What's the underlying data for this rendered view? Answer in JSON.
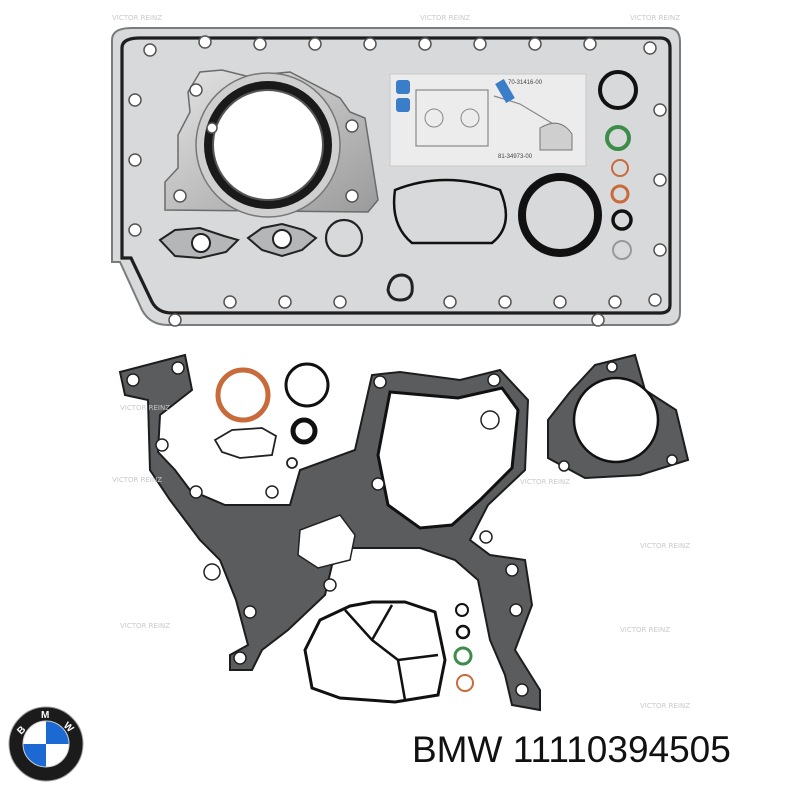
{
  "product": {
    "brand": "BMW",
    "part_number": "11110394505"
  },
  "logo": {
    "letters": [
      "B",
      "M",
      "W"
    ],
    "blue": "#1c69d4",
    "ring": "#1b1b1b"
  },
  "instruction_sheet": {
    "codes": [
      "70-31416-00",
      "81-34973-00"
    ]
  },
  "watermark": "VICTOR REINZ",
  "colors": {
    "gasket_dark": "#2a2a2a",
    "gasket_grey": "#5d5f61",
    "gasket_plate": "#b9babb",
    "copper": "#c86a3a",
    "green_ring": "#3c8c4a",
    "black_ring": "#111111"
  }
}
